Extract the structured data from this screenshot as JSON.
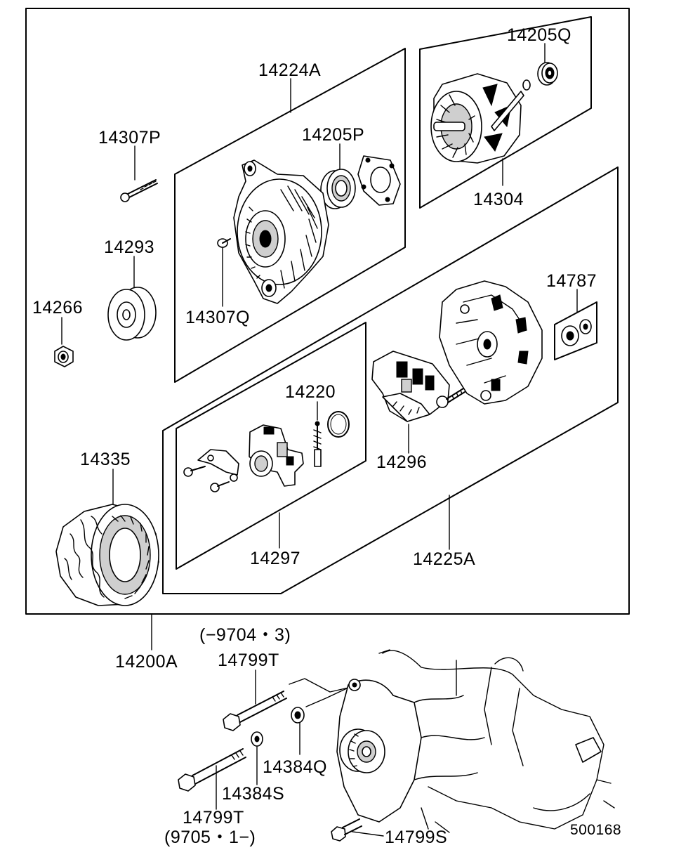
{
  "labels": {
    "p14205Q": "14205Q",
    "p14224A": "14224A",
    "p14205P": "14205P",
    "p14307P": "14307P",
    "p14304": "14304",
    "p14293": "14293",
    "p14266": "14266",
    "p14307Q": "14307Q",
    "p14787": "14787",
    "p14220": "14220",
    "p14296": "14296",
    "p14335": "14335",
    "p14297": "14297",
    "p14225A": "14225A",
    "p14200A": "14200A",
    "date_until": "(−9704・3)",
    "p14799T_top": "14799T",
    "p14384Q": "14384Q",
    "p14384S": "14384S",
    "p14799T_bottom": "14799T",
    "date_from": "(9705・1−)",
    "p14799S": "14799S"
  },
  "catalog_number": "500168"
}
